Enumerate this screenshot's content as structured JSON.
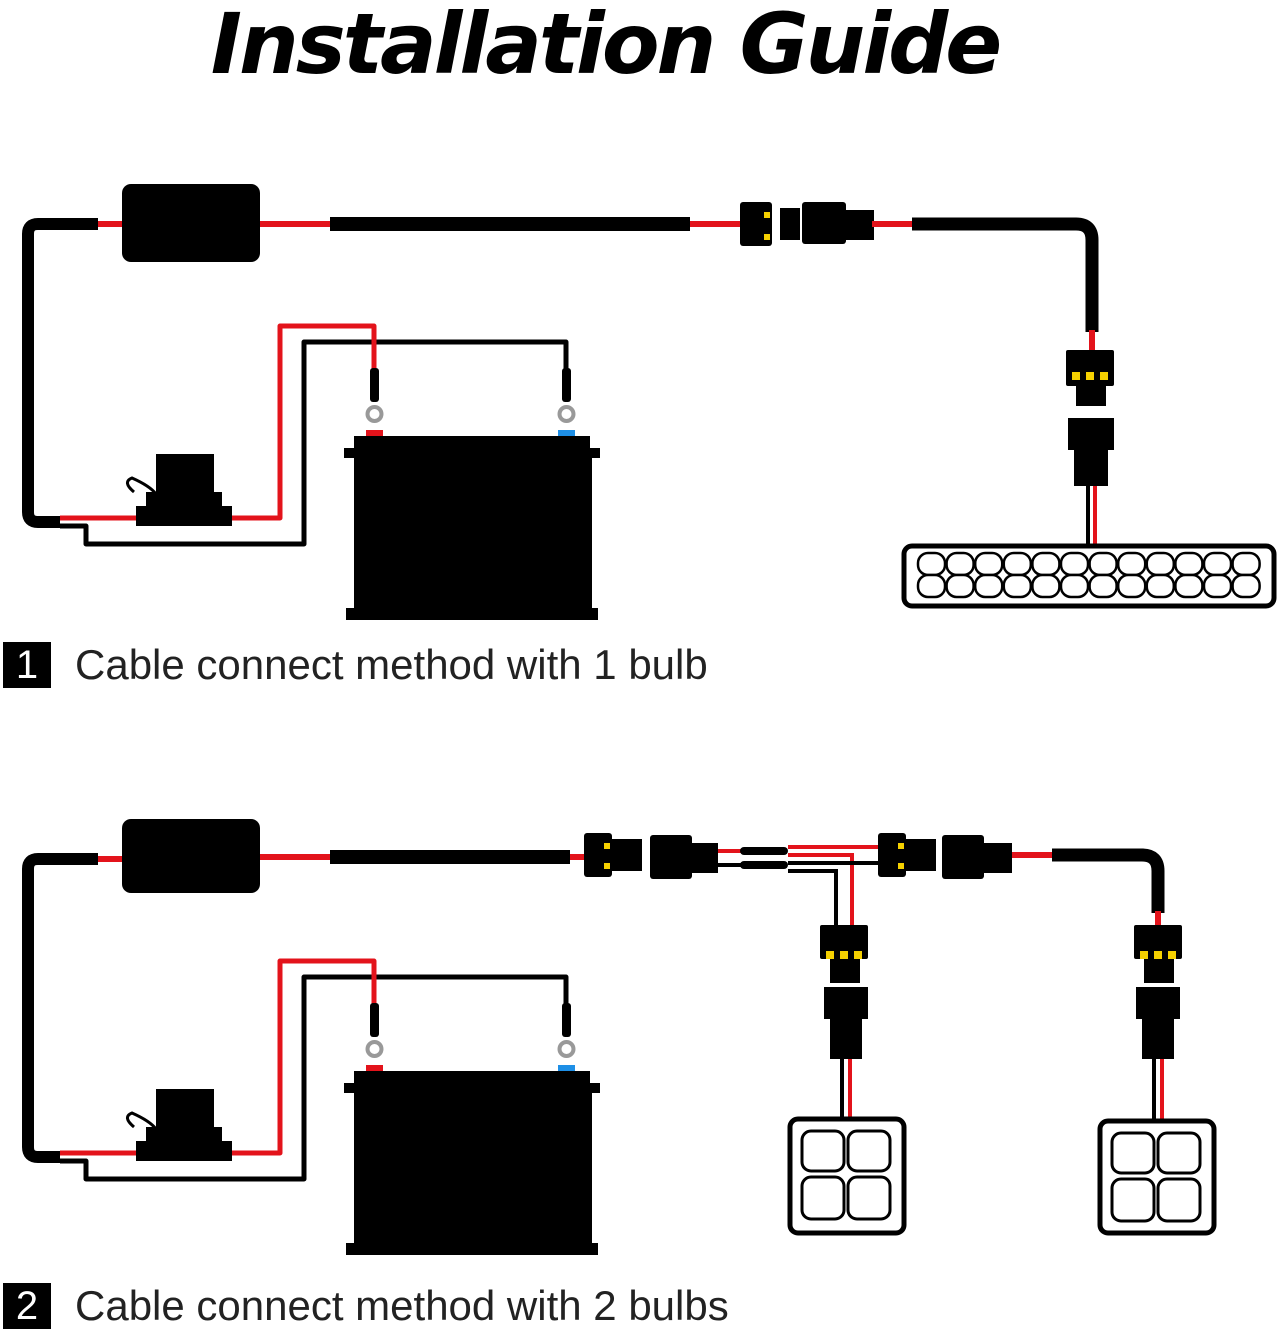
{
  "title": "Installation Guide",
  "colors": {
    "wire_red": "#e3131b",
    "wire_black": "#000000",
    "terminal_positive": "#e3131b",
    "terminal_negative": "#1e8fe6",
    "connector_pin": "#f5d000",
    "background": "#ffffff"
  },
  "sections": [
    {
      "number": "1",
      "caption": "Cable connect method with 1 bulb"
    },
    {
      "number": "2",
      "caption": "Cable connect method with 2 bulbs"
    }
  ],
  "icons": [
    "relay-box-icon",
    "fuse-holder-icon",
    "battery-icon",
    "connector-icon",
    "light-bar-icon",
    "work-light-icon"
  ]
}
